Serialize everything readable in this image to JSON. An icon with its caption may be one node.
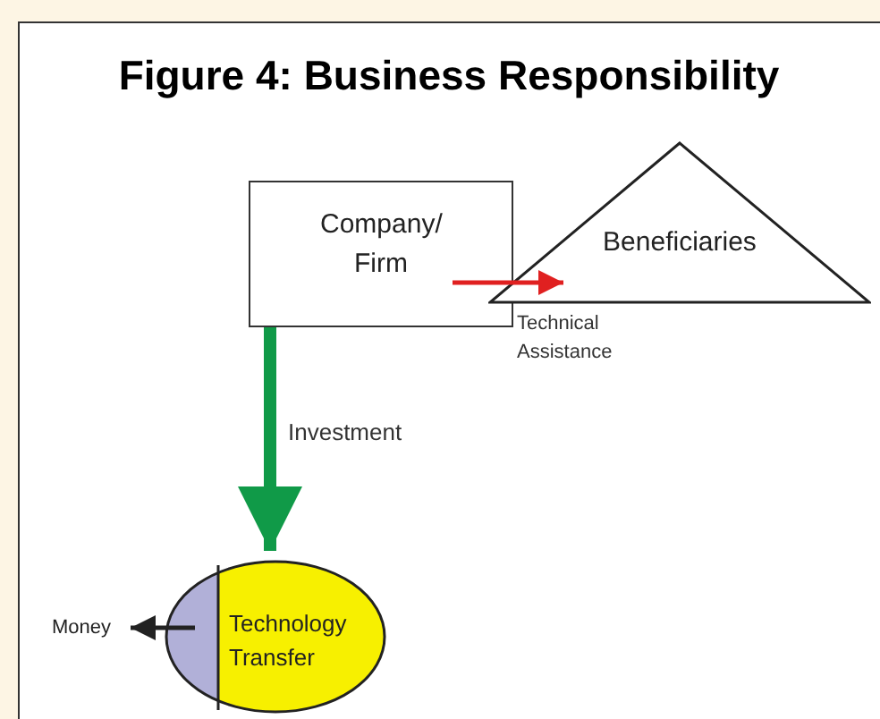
{
  "diagram": {
    "title": "Figure 4: Business Responsibility",
    "nodes": [
      {
        "text": [
          "Company/ Firm"
        ]
      },
      {
        "text": [
          "Beneficiaries"
        ]
      },
      {
        "text": [
          "Technology Transfer"
        ]
      },
      {
        "text": [
          "Money"
        ]
      }
    ],
    "edges": [
      {
        "from": 0,
        "to": 2,
        "arrow": "to",
        "label": "Investment",
        "style": "thick",
        "color": "#109a48"
      },
      {
        "from": 0,
        "to": 1,
        "arrow": "to",
        "label": "Technical Assistance",
        "color": "#e02020"
      },
      {
        "from": 2,
        "to": 3,
        "arrow": "to",
        "color": "#222222"
      }
    ]
  }
}
